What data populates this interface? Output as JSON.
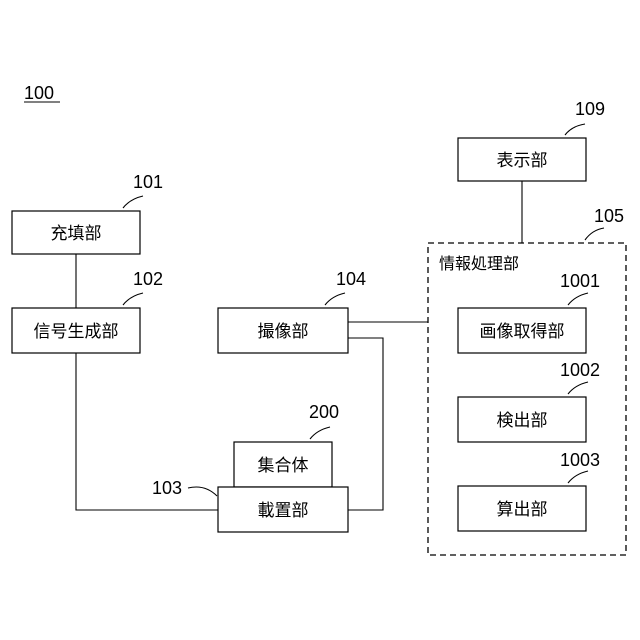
{
  "figure_ref": "100",
  "nodes": {
    "display": {
      "label": "表示部",
      "ref": "109"
    },
    "filling": {
      "label": "充填部",
      "ref": "101"
    },
    "signal_generation": {
      "label": "信号生成部",
      "ref": "102"
    },
    "imaging": {
      "label": "撮像部",
      "ref": "104"
    },
    "aggregate": {
      "label": "集合体",
      "ref": "200"
    },
    "mounting": {
      "label": "載置部",
      "ref": "103"
    },
    "image_acquisition": {
      "label": "画像取得部",
      "ref": "1001"
    },
    "detection": {
      "label": "検出部",
      "ref": "1002"
    },
    "calculation": {
      "label": "算出部",
      "ref": "1003"
    }
  },
  "group": {
    "label": "情報処理部",
    "ref": "105"
  }
}
